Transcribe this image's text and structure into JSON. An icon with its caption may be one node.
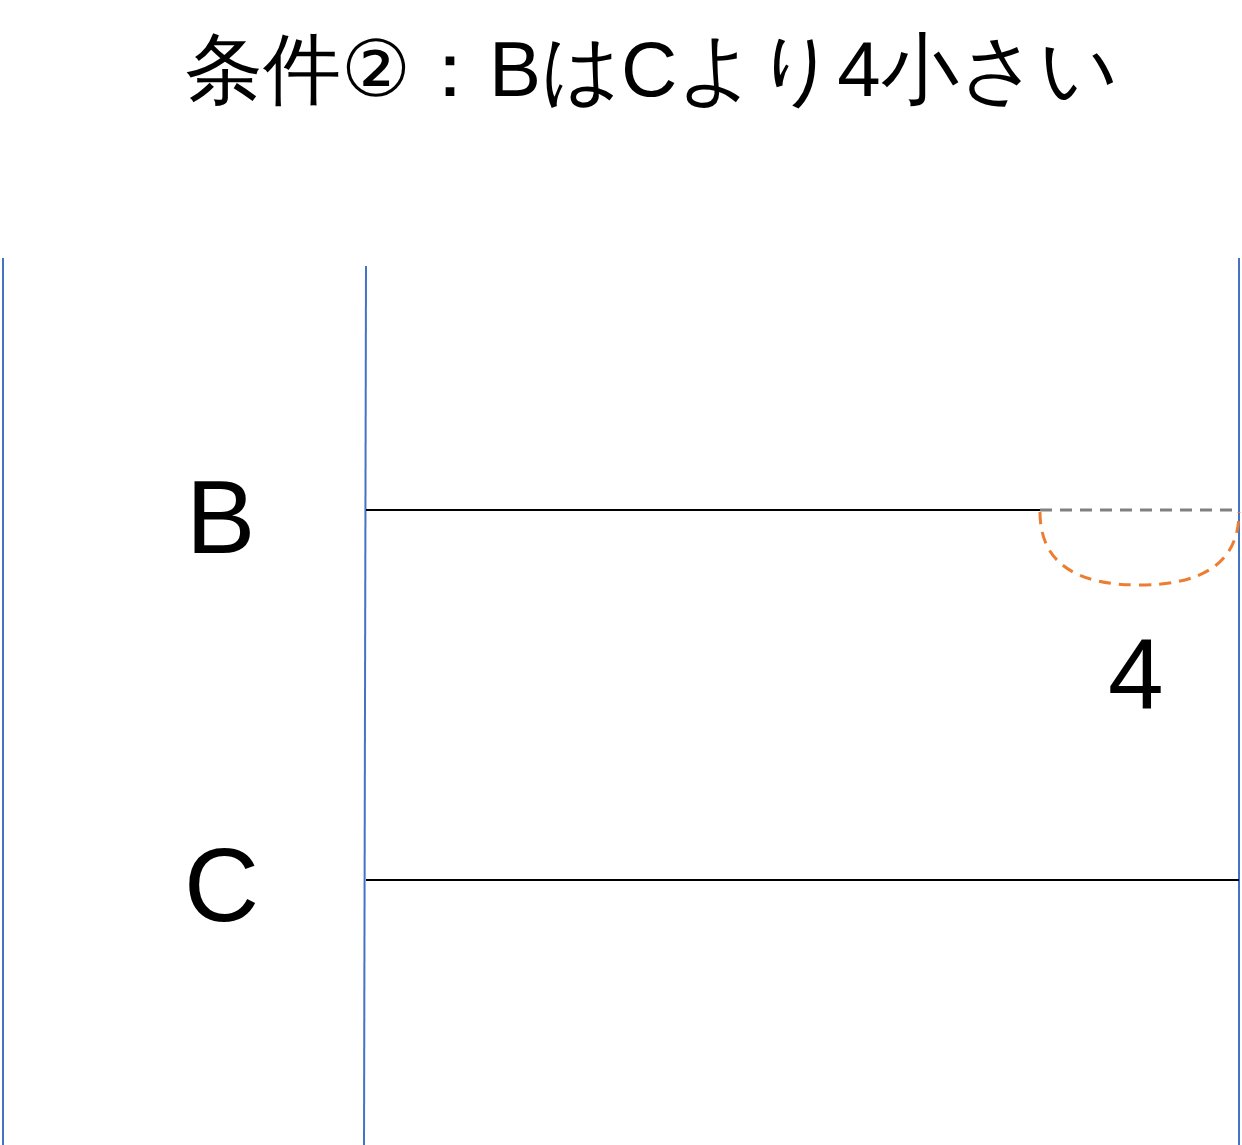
{
  "diagram": {
    "title": "条件②：BはCより4小さい",
    "labels": [
      "B",
      "C",
      "4"
    ]
  }
}
